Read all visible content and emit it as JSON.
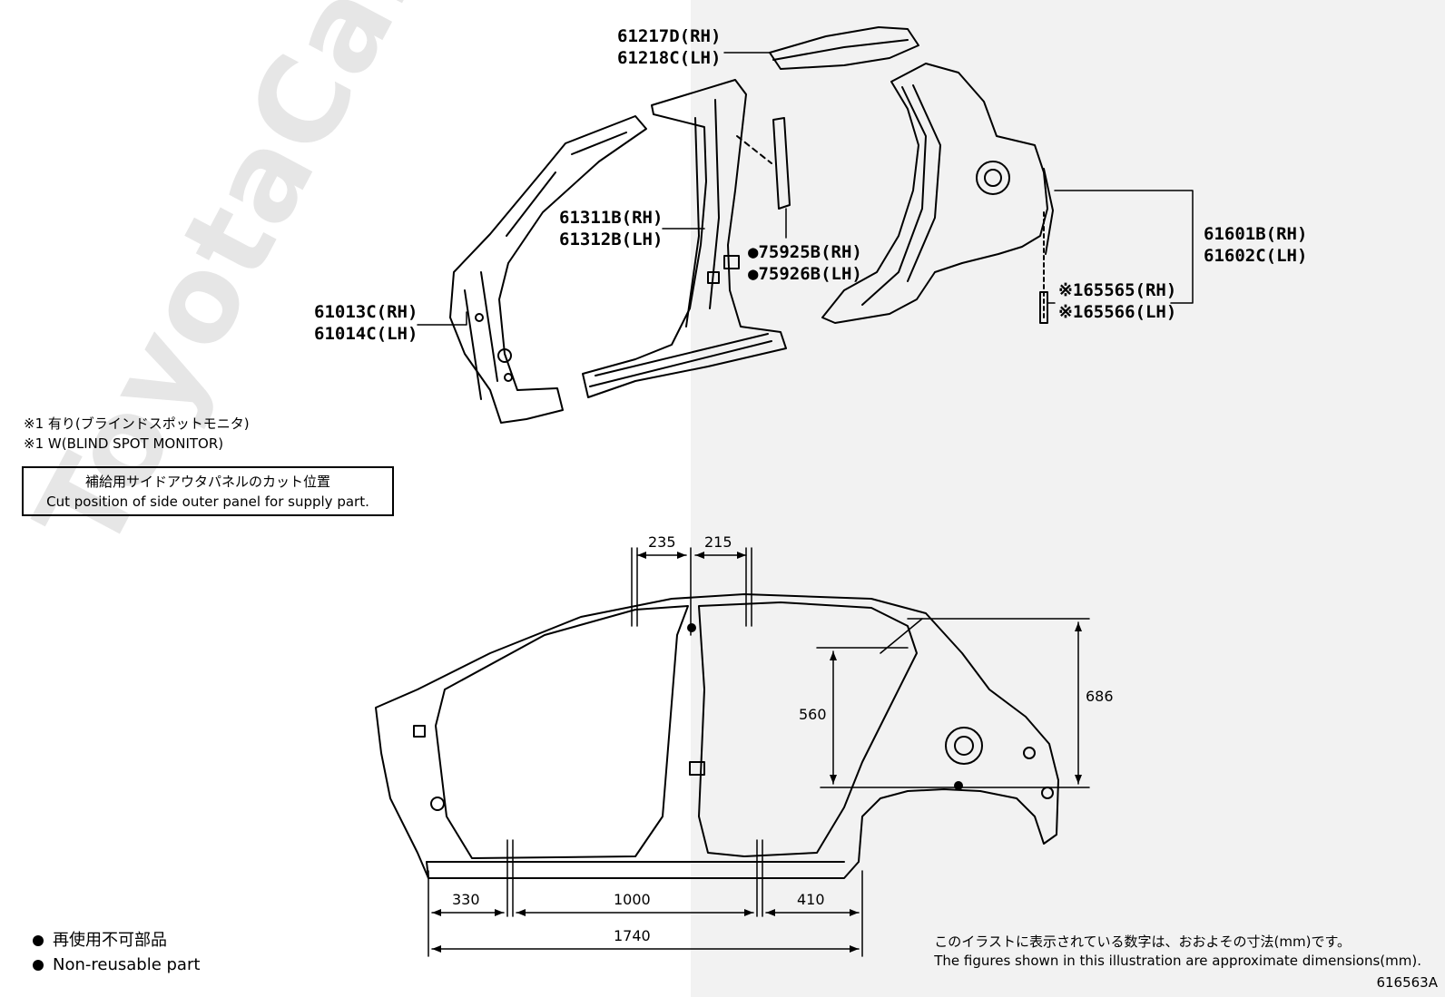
{
  "watermark": "ToyotaCarMint.ru",
  "parts": {
    "roof_side_rail": {
      "rh": "61217D(RH)",
      "lh": "61218C(LH)"
    },
    "center_pillar": {
      "rh": "61311B(RH)",
      "lh": "61312B(LH)"
    },
    "pillar_garnish": {
      "rh": "●75925B(RH)",
      "lh": "●75926B(LH)"
    },
    "front_pillar": {
      "rh": "61013C(RH)",
      "lh": "61014C(LH)"
    },
    "quarter_panel": {
      "rh": "61601B(RH)",
      "lh": "61602C(LH)"
    },
    "bracket": {
      "rh": "※165565(RH)",
      "lh": "※165566(LH)"
    }
  },
  "notes": {
    "star1_jp": "※1 有り(ブラインドスポットモニタ)",
    "star1_en": "※1 W(BLIND SPOT MONITOR)"
  },
  "cut_box": {
    "jp": "補給用サイドアウタパネルのカット位置",
    "en": "Cut position of side outer panel for supply part."
  },
  "dimensions": {
    "d235": "235",
    "d215": "215",
    "d560": "560",
    "d686": "686",
    "d330": "330",
    "d1000": "1000",
    "d410": "410",
    "d1740": "1740"
  },
  "legend": {
    "jp": "再使用不可部品",
    "en": "Non-reusable part"
  },
  "footer": {
    "jp": "このイラストに表示されている数字は、おおよその寸法(mm)です。",
    "en": "The figures shown in this illustration are approximate dimensions(mm)."
  },
  "figure_code": "616563A"
}
